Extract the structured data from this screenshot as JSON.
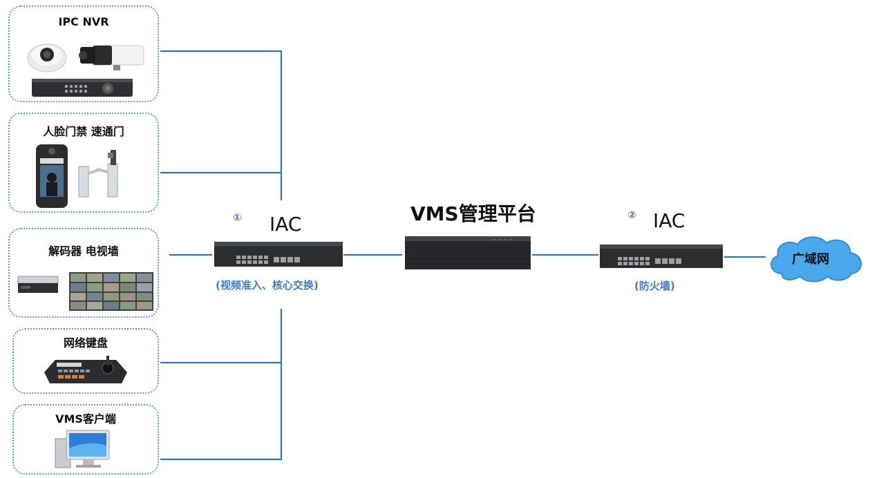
{
  "devices": {
    "ipc_nvr": {
      "title": "IPC NVR"
    },
    "face_gate": {
      "title": "人脸门禁 速通门"
    },
    "decoder_wall": {
      "title": "解码器 电视墙"
    },
    "keyboard": {
      "title": "网络键盘"
    },
    "client": {
      "title": "VMS客户端"
    }
  },
  "iac1": {
    "marker": "①",
    "name": "IAC",
    "caption": "(视频准入、核心交换)"
  },
  "vms": {
    "name": "VMS管理平台"
  },
  "iac2": {
    "marker": "②",
    "name": "IAC",
    "caption": "(防火墙)"
  },
  "wan": {
    "name": "广域网"
  },
  "colors": {
    "line": "#2e75b6",
    "box_border": "#5b9bd5",
    "caption": "#3d7cc9",
    "cloud": "#4aa8ec"
  }
}
